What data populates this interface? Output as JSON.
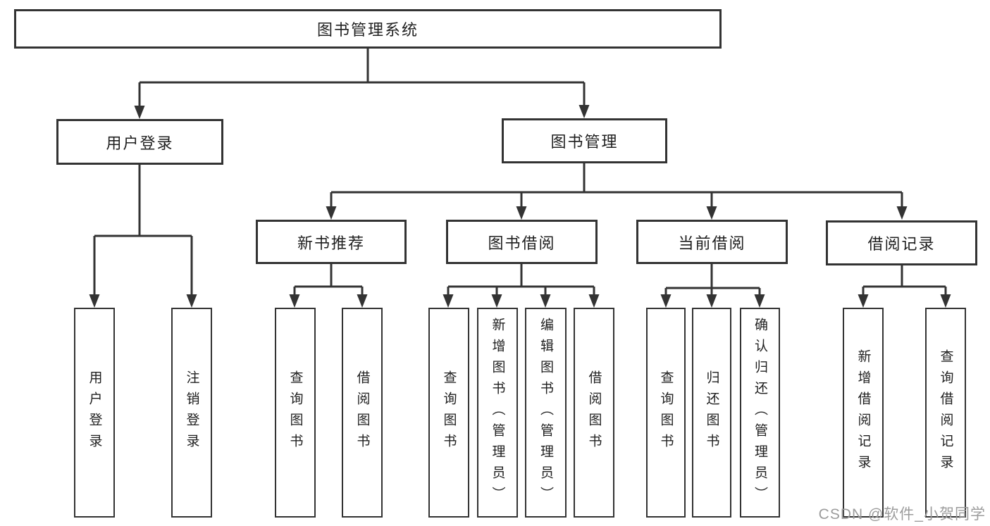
{
  "diagram_title": "图书管理系统",
  "colors": {
    "line": "#333333",
    "box_border": "#333333",
    "text": "#1f1f1f",
    "watermark": "#9c9c9c",
    "background": "#ffffff"
  },
  "tree": {
    "label": "图书管理系统",
    "children": [
      {
        "label": "用户登录",
        "children": [
          {
            "label": "用户登录"
          },
          {
            "label": "注销登录"
          }
        ]
      },
      {
        "label": "图书管理",
        "children": [
          {
            "label": "新书推荐",
            "children": [
              {
                "label": "查询图书"
              },
              {
                "label": "借阅图书"
              }
            ]
          },
          {
            "label": "图书借阅",
            "children": [
              {
                "label": "查询图书"
              },
              {
                "label": "新增图书（管理员）"
              },
              {
                "label": "编辑图书（管理员）"
              },
              {
                "label": "借阅图书"
              }
            ]
          },
          {
            "label": "当前借阅",
            "children": [
              {
                "label": "查询图书"
              },
              {
                "label": "归还图书"
              },
              {
                "label": "确认归还（管理员）"
              }
            ]
          },
          {
            "label": "借阅记录",
            "children": [
              {
                "label": "新增借阅记录"
              },
              {
                "label": "查询借阅记录"
              }
            ]
          }
        ]
      }
    ]
  },
  "watermark": {
    "text": "CSDN @软件_小贺同学"
  }
}
